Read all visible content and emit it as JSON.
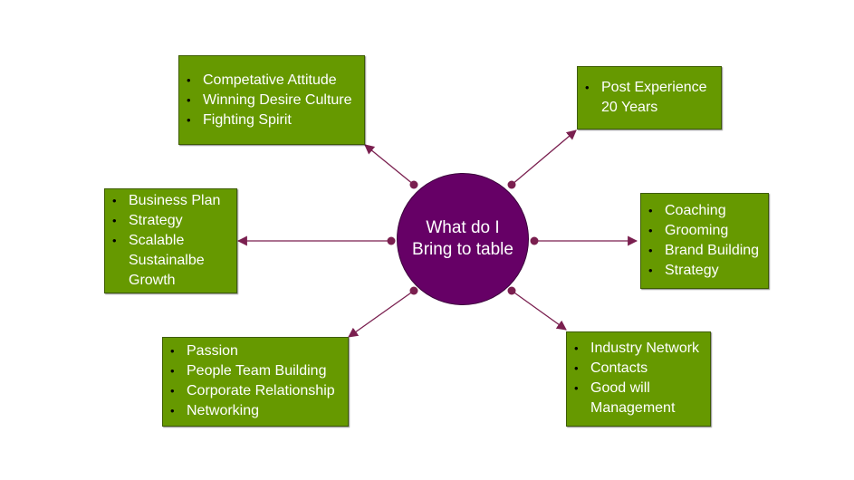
{
  "center": {
    "line1": "What do I",
    "line2": "Bring to table"
  },
  "colors": {
    "box_fill": "#669900",
    "center_fill": "#660066",
    "connector": "#7a1f4f"
  },
  "boxes": [
    {
      "id": "attitude",
      "items": [
        "Competative Attitude",
        "Winning Desire Culture",
        "Fighting Spirit"
      ]
    },
    {
      "id": "experience",
      "items": [
        "Post Experience",
        "20 Years"
      ]
    },
    {
      "id": "business",
      "items": [
        "Business Plan",
        "Strategy",
        "Scalable",
        "Sustainalbe",
        "Growth"
      ]
    },
    {
      "id": "coaching",
      "items": [
        "Coaching",
        "Grooming",
        "Brand Building",
        "Strategy"
      ]
    },
    {
      "id": "passion",
      "items": [
        "Passion",
        "People Team Building",
        "Corporate Relationship",
        "Networking"
      ]
    },
    {
      "id": "network",
      "items": [
        "Industry Network",
        "Contacts",
        "Good will",
        "Management"
      ]
    }
  ]
}
